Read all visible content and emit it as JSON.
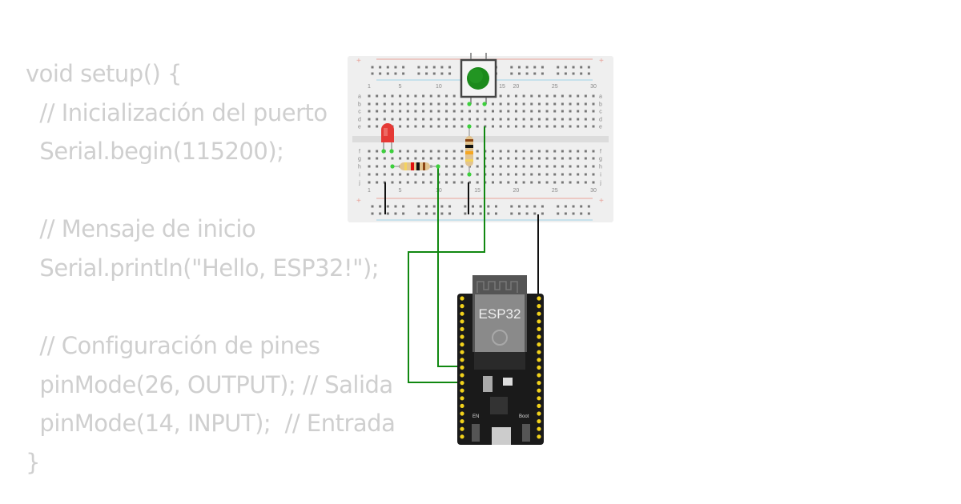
{
  "code": {
    "lines": [
      "void setup() {",
      "  // Inicialización del puerto",
      "  Serial.begin(115200);",
      "",
      "  // Mensaje de inicio",
      "  Serial.println(\"Hello, ESP32!\");",
      "",
      "  // Configuración de pines",
      "  pinMode(26, OUTPUT); // Salida",
      "  pinMode(14, INPUT);  // Entrada",
      "}"
    ]
  },
  "breadboard": {
    "column_labels": [
      "1",
      "5",
      "10",
      "15",
      "20",
      "25",
      "30"
    ],
    "row_labels_top": [
      "a",
      "b",
      "c",
      "d",
      "e"
    ],
    "row_labels_bottom": [
      "f",
      "g",
      "h",
      "i",
      "j"
    ],
    "rail_plus": "+",
    "rail_minus": "-"
  },
  "components": {
    "led_color": "#e53935",
    "button_color": "#1b8a1b",
    "wire_green": "#118811",
    "wire_black": "#111111"
  },
  "esp32": {
    "label": "ESP32",
    "en_label": "EN",
    "boot_label": "Boot"
  }
}
